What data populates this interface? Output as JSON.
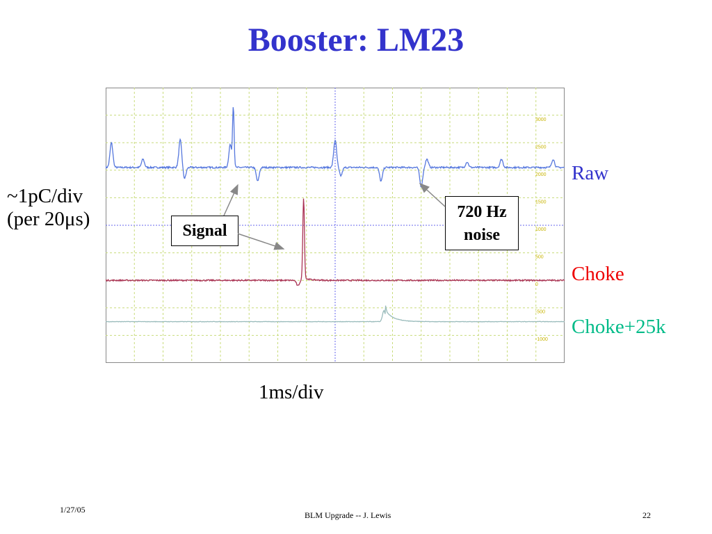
{
  "slide": {
    "title": "Booster: LM23",
    "y_label_line1": "~1pC/div",
    "y_label_line2": "(per 20μs)",
    "x_label": "1ms/div",
    "callouts": {
      "signal": "Signal",
      "noise_line1": "720 Hz",
      "noise_line2": "noise"
    },
    "footer": {
      "date": "1/27/05",
      "center": "BLM Upgrade -- J. Lewis",
      "page": "22"
    }
  },
  "colors": {
    "title": "#3333cc",
    "raw": "#3333cc",
    "choke": "#ee0000",
    "choke25k": "#00bb88",
    "trace_raw": "#5577dd",
    "trace_choke": "#aa3355",
    "trace_choke25k": "#99bbbb",
    "grid": "#c8dc7a",
    "center_line": "#6666ee"
  },
  "chart_data": {
    "type": "line",
    "title": "Booster: LM23",
    "xlabel": "1ms/div",
    "ylabel": "~1pC/div (per 20μs)",
    "grid": true,
    "x_divisions": 16,
    "y_divisions": 10,
    "right_scale_ticks": [
      "3000",
      "2500",
      "2000",
      "1500",
      "1000",
      "500",
      "0",
      "-500",
      "-1000"
    ],
    "series": [
      {
        "name": "Raw",
        "baseline_div": 7.1,
        "features": [
          {
            "x_div": 0.2,
            "dy": 0.9
          },
          {
            "x_div": 1.3,
            "dy": 0.3
          },
          {
            "x_div": 2.6,
            "dy": 1.0
          },
          {
            "x_div": 2.75,
            "dy": -0.4
          },
          {
            "x_div": 4.4,
            "dy": -0.3
          },
          {
            "x_div": 4.35,
            "dy": 1.0
          },
          {
            "x_div": 4.45,
            "dy": 2.3
          },
          {
            "x_div": 5.3,
            "dy": -0.5
          },
          {
            "x_div": 8.0,
            "dy": 1.0
          },
          {
            "x_div": 8.2,
            "dy": -0.3
          },
          {
            "x_div": 9.6,
            "dy": -0.5
          },
          {
            "x_div": 11.2,
            "dy": 0.3
          },
          {
            "x_div": 11.0,
            "dy": -0.7
          },
          {
            "x_div": 12.6,
            "dy": 0.2
          },
          {
            "x_div": 13.8,
            "dy": 0.3
          },
          {
            "x_div": 15.6,
            "dy": 0.3
          }
        ]
      },
      {
        "name": "Choke",
        "baseline_div": 3.0,
        "features": [
          {
            "x_div": 6.9,
            "dy": 3.0
          },
          {
            "x_div": 6.7,
            "dy": -0.2
          }
        ]
      },
      {
        "name": "Choke+25k",
        "baseline_div": 1.5,
        "features": [
          {
            "x_div": 9.7,
            "dy": 0.4
          }
        ]
      }
    ]
  }
}
